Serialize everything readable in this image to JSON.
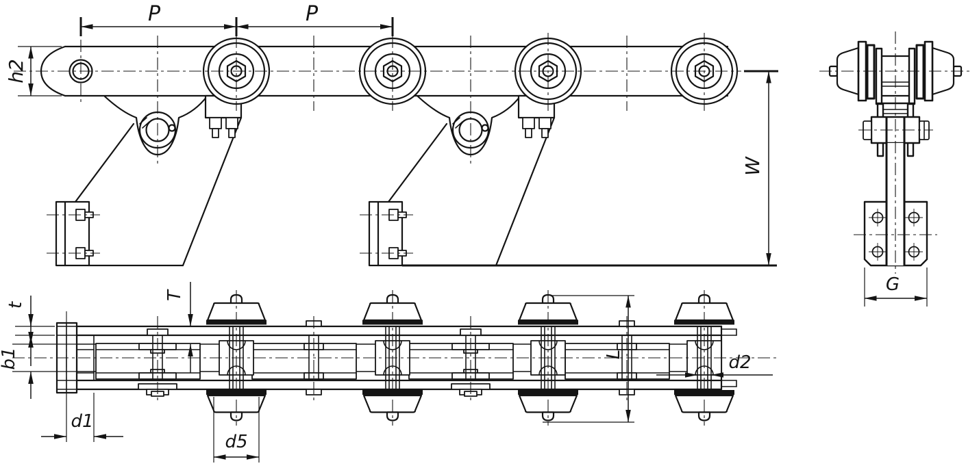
{
  "page": {
    "background": "#ffffff",
    "ink": "#141414"
  },
  "drawing": {
    "kind": "mechanical engineering line drawing",
    "subject": "overhead trolley conveyor chain with support brackets: side view, plan view, end view",
    "labels": {
      "P1": "P",
      "P2": "P",
      "h2": "h2",
      "W": "W",
      "G": "G",
      "t": "t",
      "T": "T",
      "b1": "b1",
      "d1": "d1",
      "d5": "d5",
      "L": "L",
      "d2": "d2"
    }
  }
}
